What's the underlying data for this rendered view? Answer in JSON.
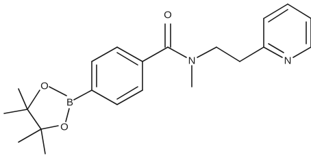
{
  "molecule": {
    "atoms": [
      {
        "id": "O_carbonyl",
        "symbol": "O"
      },
      {
        "id": "N_amide",
        "symbol": "N"
      },
      {
        "id": "N_pyridine",
        "symbol": "N"
      },
      {
        "id": "B",
        "symbol": "B"
      },
      {
        "id": "O_boronate_upper",
        "symbol": "O"
      },
      {
        "id": "O_boronate_lower",
        "symbol": "O"
      }
    ]
  }
}
